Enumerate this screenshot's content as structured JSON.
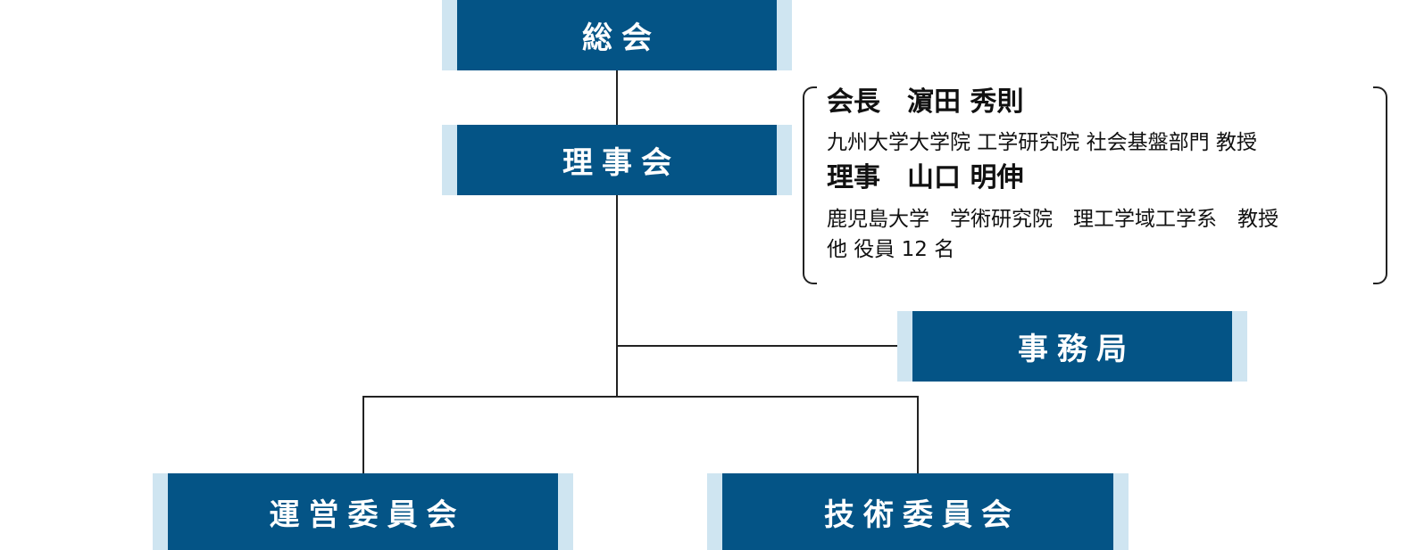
{
  "nodes": {
    "general_assembly": "総会",
    "board": "理事会",
    "secretariat": "事務局",
    "steering_committee": "運営委員会",
    "technical_committee": "技術委員会"
  },
  "board_members": {
    "president_name": "会長　濵田 秀則",
    "president_affiliation": "九州大学大学院 工学研究院 社会基盤部門 教授",
    "director_name": "理事　山口 明伸",
    "director_affiliation": "鹿児島大学　学術研究院　理工学域工学系　教授",
    "others": "他 役員 12 名"
  },
  "colors": {
    "box_fill": "#045486",
    "box_edge": "#cfe5f1",
    "box_text": "#ffffff",
    "line": "#222222"
  }
}
